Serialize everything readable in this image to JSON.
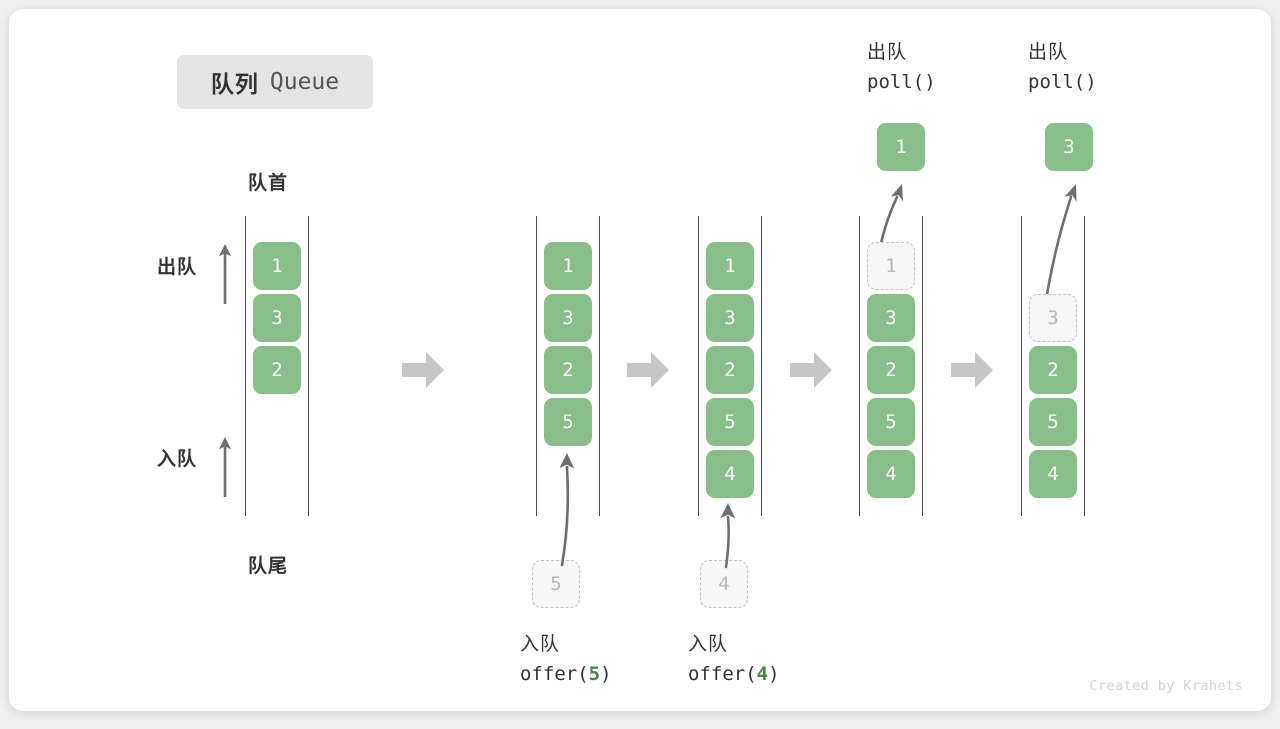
{
  "title": {
    "cn": "队列",
    "en": "Queue"
  },
  "labels": {
    "head": "队首",
    "tail": "队尾",
    "dequeue": "出队",
    "enqueue": "入队"
  },
  "colors": {
    "element": "#89bd89",
    "ghost_fill": "#f7f7f7",
    "ghost_border": "#c2c2c2",
    "rail": "#4a4a4a",
    "arrow": "#6e6e6e",
    "separator": "#c6c6c6",
    "accent_text": "#3d8b40",
    "badge_bg": "#e4e4e4"
  },
  "states": [
    {
      "name": "initial",
      "items": [
        "1",
        "3",
        "2"
      ],
      "ghost_index": null
    },
    {
      "name": "after-offer-5",
      "items": [
        "1",
        "3",
        "2",
        "5"
      ],
      "ghost_index": null
    },
    {
      "name": "after-offer-4",
      "items": [
        "1",
        "3",
        "2",
        "5",
        "4"
      ],
      "ghost_index": null
    },
    {
      "name": "after-poll-1",
      "items": [
        "1",
        "3",
        "2",
        "5",
        "4"
      ],
      "ghost_index": 0
    },
    {
      "name": "after-poll-3",
      "items": [
        "3",
        "2",
        "5",
        "4"
      ],
      "ghost_index": 0
    }
  ],
  "operations": [
    {
      "kind": "enqueue",
      "cn": "入队",
      "fn": "offer(",
      "arg": "5",
      "close": ")",
      "value": "5"
    },
    {
      "kind": "enqueue",
      "cn": "入队",
      "fn": "offer(",
      "arg": "4",
      "close": ")",
      "value": "4"
    },
    {
      "kind": "dequeue",
      "cn": "出队",
      "fn": "poll()",
      "value": "1"
    },
    {
      "kind": "dequeue",
      "cn": "出队",
      "fn": "poll()",
      "value": "3"
    }
  ],
  "credit": "Created by Krahets"
}
